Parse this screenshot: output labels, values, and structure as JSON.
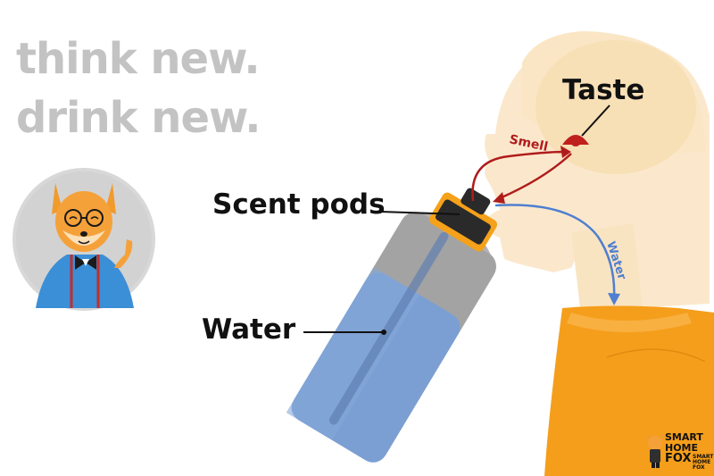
{
  "tagline": {
    "line1": "think new.",
    "line2": "drink new."
  },
  "labels": {
    "taste": "Taste",
    "scent_pods": "Scent pods",
    "water": "Water"
  },
  "flow_labels": {
    "smell": "Smell",
    "water": "Water"
  },
  "brand": {
    "line1": "SMART",
    "line2": "HOME",
    "line3": "FOX",
    "small_line1": "SMART",
    "small_line2": "HOME",
    "small_line3": "FOX"
  },
  "colors": {
    "tagline": "#c3c3c3",
    "head": "#f9e4c2",
    "shirt": "#f59e1b",
    "bottle_water": "#7b9fd3",
    "bottle_body": "#9a9a9a",
    "cap": "#f5a11a",
    "smell_arrow": "#b01c1c",
    "water_arrow": "#4f7fd0",
    "taste_dot": "#c0201c"
  },
  "icons": [
    "fox-mascot-icon",
    "taste-dot-icon",
    "smart-home-fox-logo-icon"
  ]
}
